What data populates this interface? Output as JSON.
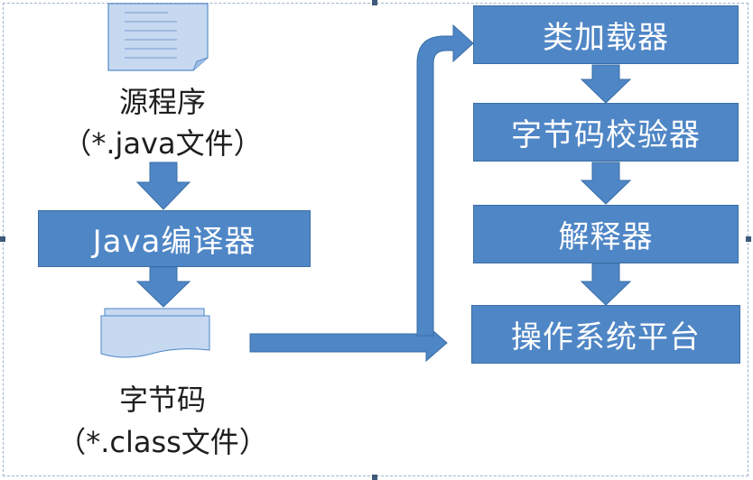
{
  "diagram": {
    "source_doc_title": "源程序",
    "source_doc_subtitle": "（*.java文件）",
    "compiler_label": "Java编译器",
    "bytecode_title": "字节码",
    "bytecode_subtitle": "（*.class文件）",
    "steps": [
      "类加载器",
      "字节码校验器",
      "解释器",
      "操作系统平台"
    ]
  },
  "colors": {
    "box_fill": "#4f86c6",
    "box_border": "#3a6ea5",
    "arrow_fill": "#4f86c6",
    "doc_fill": "#c6d9f1"
  }
}
